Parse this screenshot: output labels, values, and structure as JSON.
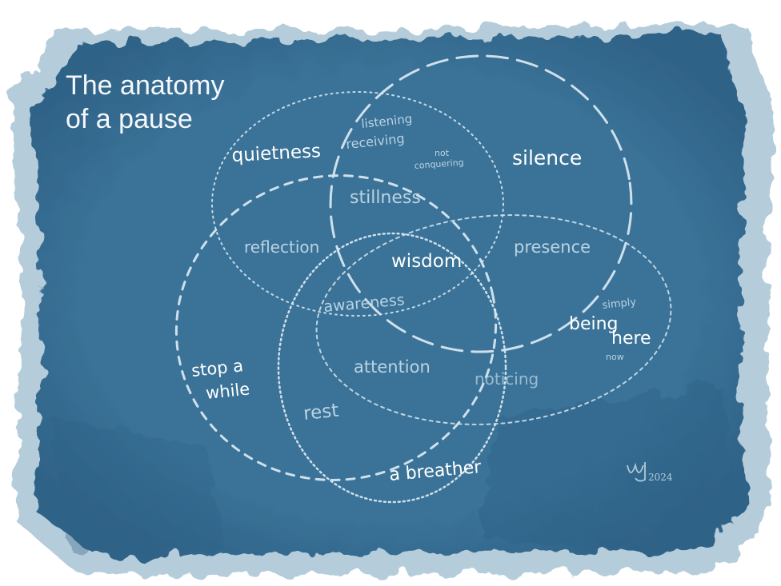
{
  "title_line1": "The anatomy",
  "title_line2": "of a pause",
  "labels": {
    "quietness": "quietness",
    "silence": "silence",
    "listening": "listening",
    "receiving": "receiving",
    "not": "not",
    "conquering": "conquering",
    "stillness": "stillness",
    "reflection": "reflection",
    "presence": "presence",
    "wisdom": "wisdom",
    "awareness": "awareness",
    "simply": "simply",
    "being": "being",
    "here": "here",
    "now": "now",
    "stop_a": "stop a",
    "while": "while",
    "attention": "attention",
    "noticing": "noticing",
    "rest": "rest",
    "a_breather": "a breather"
  },
  "signature": "2024",
  "colors": {
    "paint": "#3b7398",
    "paint_dark": "#2f6287",
    "paint_light": "#6f9bb8",
    "line": "#d6e6f0",
    "text": "#ffffff"
  }
}
